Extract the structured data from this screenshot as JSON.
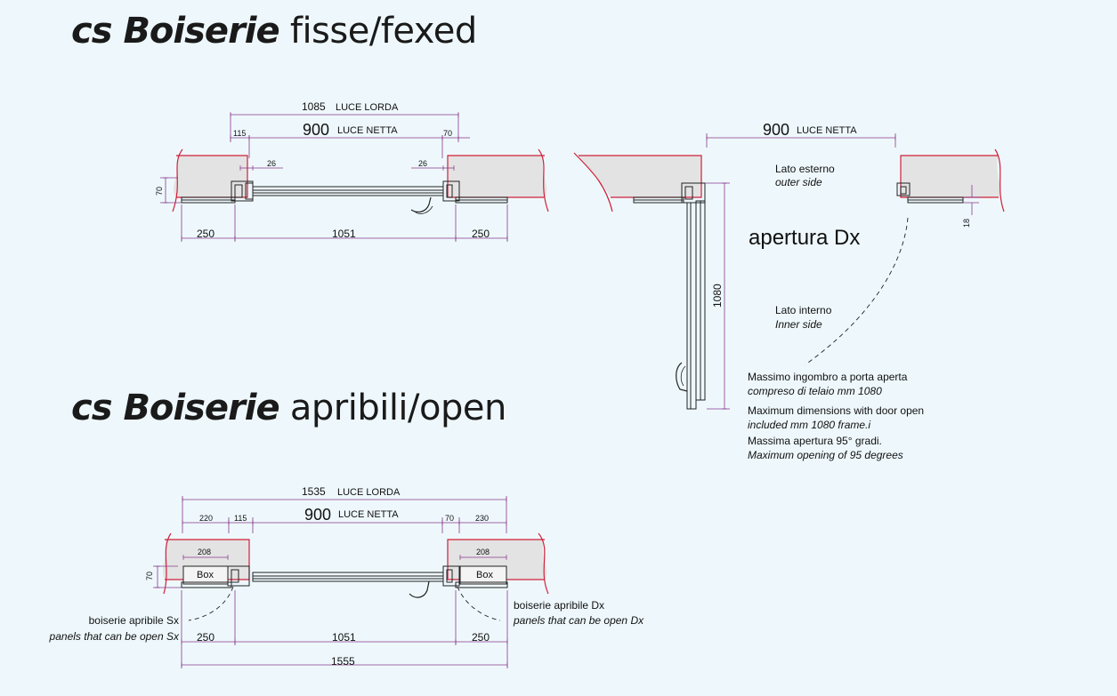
{
  "headings": {
    "fixed": {
      "brand": "cs Boiserie",
      "suffix": " fisse/fexed"
    },
    "open": {
      "brand": "cs Boiserie",
      "suffix": " apribili/open"
    }
  },
  "fixed_plan": {
    "gross_value": "1085",
    "gross_label": "LUCE LORDA",
    "net_value": "900",
    "net_label": "LUCE NETTA",
    "side_left": "115",
    "side_right": "70",
    "gap_left": "26",
    "gap_right": "26",
    "depth": "70",
    "bottom_left": "250",
    "bottom_center": "1051",
    "bottom_right": "250"
  },
  "open_door_plan": {
    "net_value": "900",
    "net_label": "LUCE NETTA",
    "outer_side_it": "Lato esterno",
    "outer_side_en": "outer side",
    "inner_side_it": "Lato interno",
    "inner_side_en": "Inner side",
    "opening_label": "apertura Dx",
    "leaf_length": "1080",
    "offset": "18"
  },
  "notes": {
    "line1": "Massimo ingombro a porta aperta",
    "line2": "compreso di telaio mm 1080",
    "line3": "Maximum dimensions with door open",
    "line4": "included mm 1080 frame.i",
    "line5": "Massima apertura 95° gradi.",
    "line6": "Maximum opening of 95 degrees"
  },
  "open_plan": {
    "gross_value": "1535",
    "gross_label": "LUCE LORDA",
    "net_value": "900",
    "net_label": "LUCE NETTA",
    "top_left": "220",
    "side_left": "115",
    "side_right": "70",
    "top_right": "230",
    "box_width_left": "208",
    "box_width_right": "208",
    "box_left": "Box",
    "box_right": "Box",
    "depth": "70",
    "bottom_left": "250",
    "bottom_center": "1051",
    "bottom_right": "250",
    "total": "1555",
    "sx_label_it": "boiserie apribile Sx",
    "sx_label_en": "panels that can be open Sx",
    "dx_label_it": "boiserie apribile Dx",
    "dx_label_en": "panels that can be open Dx"
  },
  "colors": {
    "background": "#eef8fc",
    "wall_fill": "#e3e3e3",
    "wall_outline": "#d0203a",
    "dimension_line": "#8a3a8e",
    "profile": "#222222"
  }
}
